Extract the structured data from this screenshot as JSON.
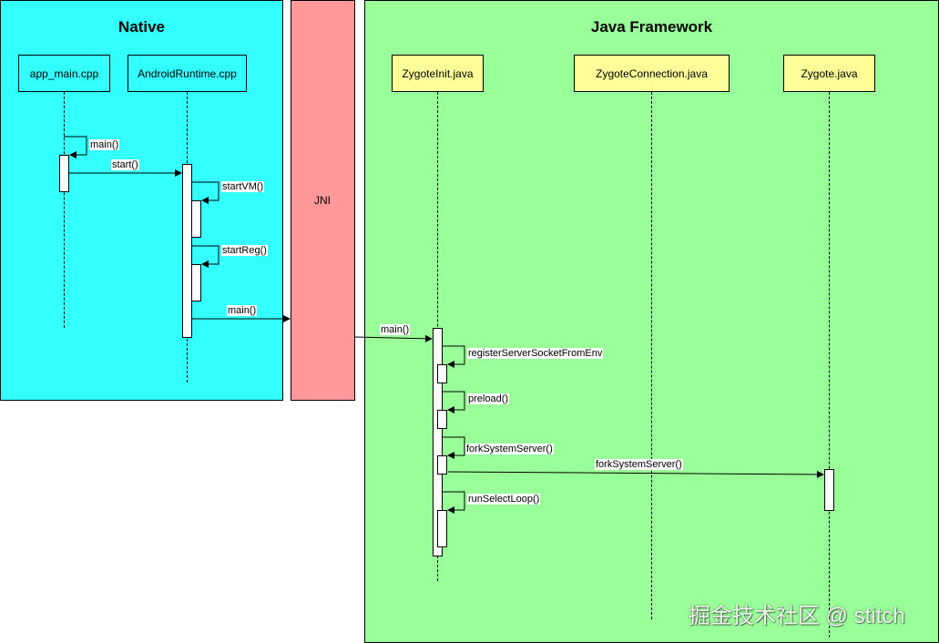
{
  "regions": {
    "native": {
      "title": "Native",
      "color": "#33FFFF"
    },
    "jni": {
      "title": "JNI",
      "color": "#FF9999"
    },
    "java": {
      "title": "Java Framework",
      "color": "#99FF99"
    }
  },
  "participants": [
    {
      "name": "app_main.cpp"
    },
    {
      "name": "AndroidRuntime.cpp"
    },
    {
      "name": "ZygoteInit.java"
    },
    {
      "name": "ZygoteConnection.java"
    },
    {
      "name": "Zygote.java"
    }
  ],
  "participant_fill": "#FFFF99",
  "messages": [
    {
      "label": "main()"
    },
    {
      "label": "start()"
    },
    {
      "label": "startVM()"
    },
    {
      "label": "startReg()"
    },
    {
      "label": "main()"
    },
    {
      "label": "main()"
    },
    {
      "label": "registerServerSocketFromEnv"
    },
    {
      "label": "preload()"
    },
    {
      "label": "forkSystemServer()"
    },
    {
      "label": "forkSystemServer()"
    },
    {
      "label": "runSelectLoop()"
    }
  ],
  "watermark": "掘金技术社区 @ stitch"
}
